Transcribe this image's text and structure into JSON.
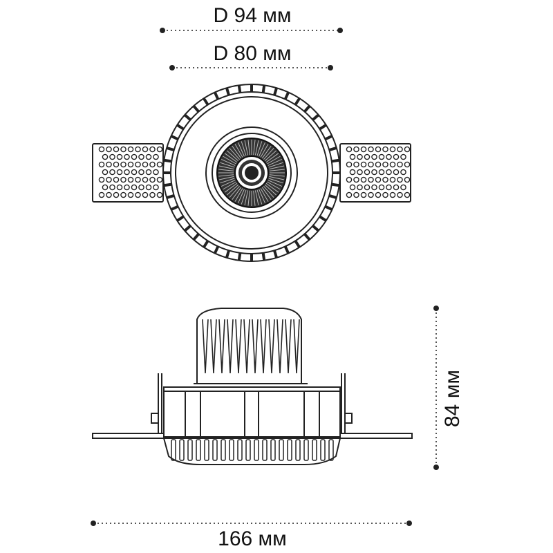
{
  "dimensions": {
    "outer_diameter": "D 94 мм",
    "inner_diameter": "D 80 мм",
    "height": "84 мм",
    "width": "166 мм"
  },
  "colors": {
    "line": "#222222",
    "dim": "#444444"
  }
}
